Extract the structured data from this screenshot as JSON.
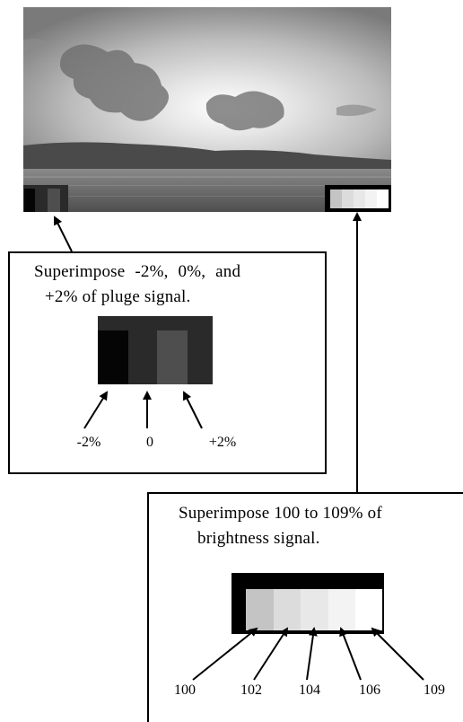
{
  "pluge_box": {
    "caption_line1": "Superimpose -2%, 0%, and",
    "caption_line2": "+2% of pluge signal.",
    "labels": [
      "-2%",
      "0",
      "+2%"
    ]
  },
  "brightness_box": {
    "caption_line1": "Superimpose 100 to 109% of",
    "caption_line2": "brightness signal.",
    "labels": [
      "100",
      "102",
      "104",
      "106",
      "109"
    ]
  },
  "colors": {
    "pluge_bg": "#2a2a2a",
    "pluge_minus2": "#050505",
    "pluge_plus2": "#4e4e4e",
    "bright_100": "#c4c4c4",
    "bright_102": "#dcdcdc",
    "bright_104": "#e8e8e8",
    "bright_106": "#f3f3f3",
    "bright_109": "#ffffff"
  }
}
